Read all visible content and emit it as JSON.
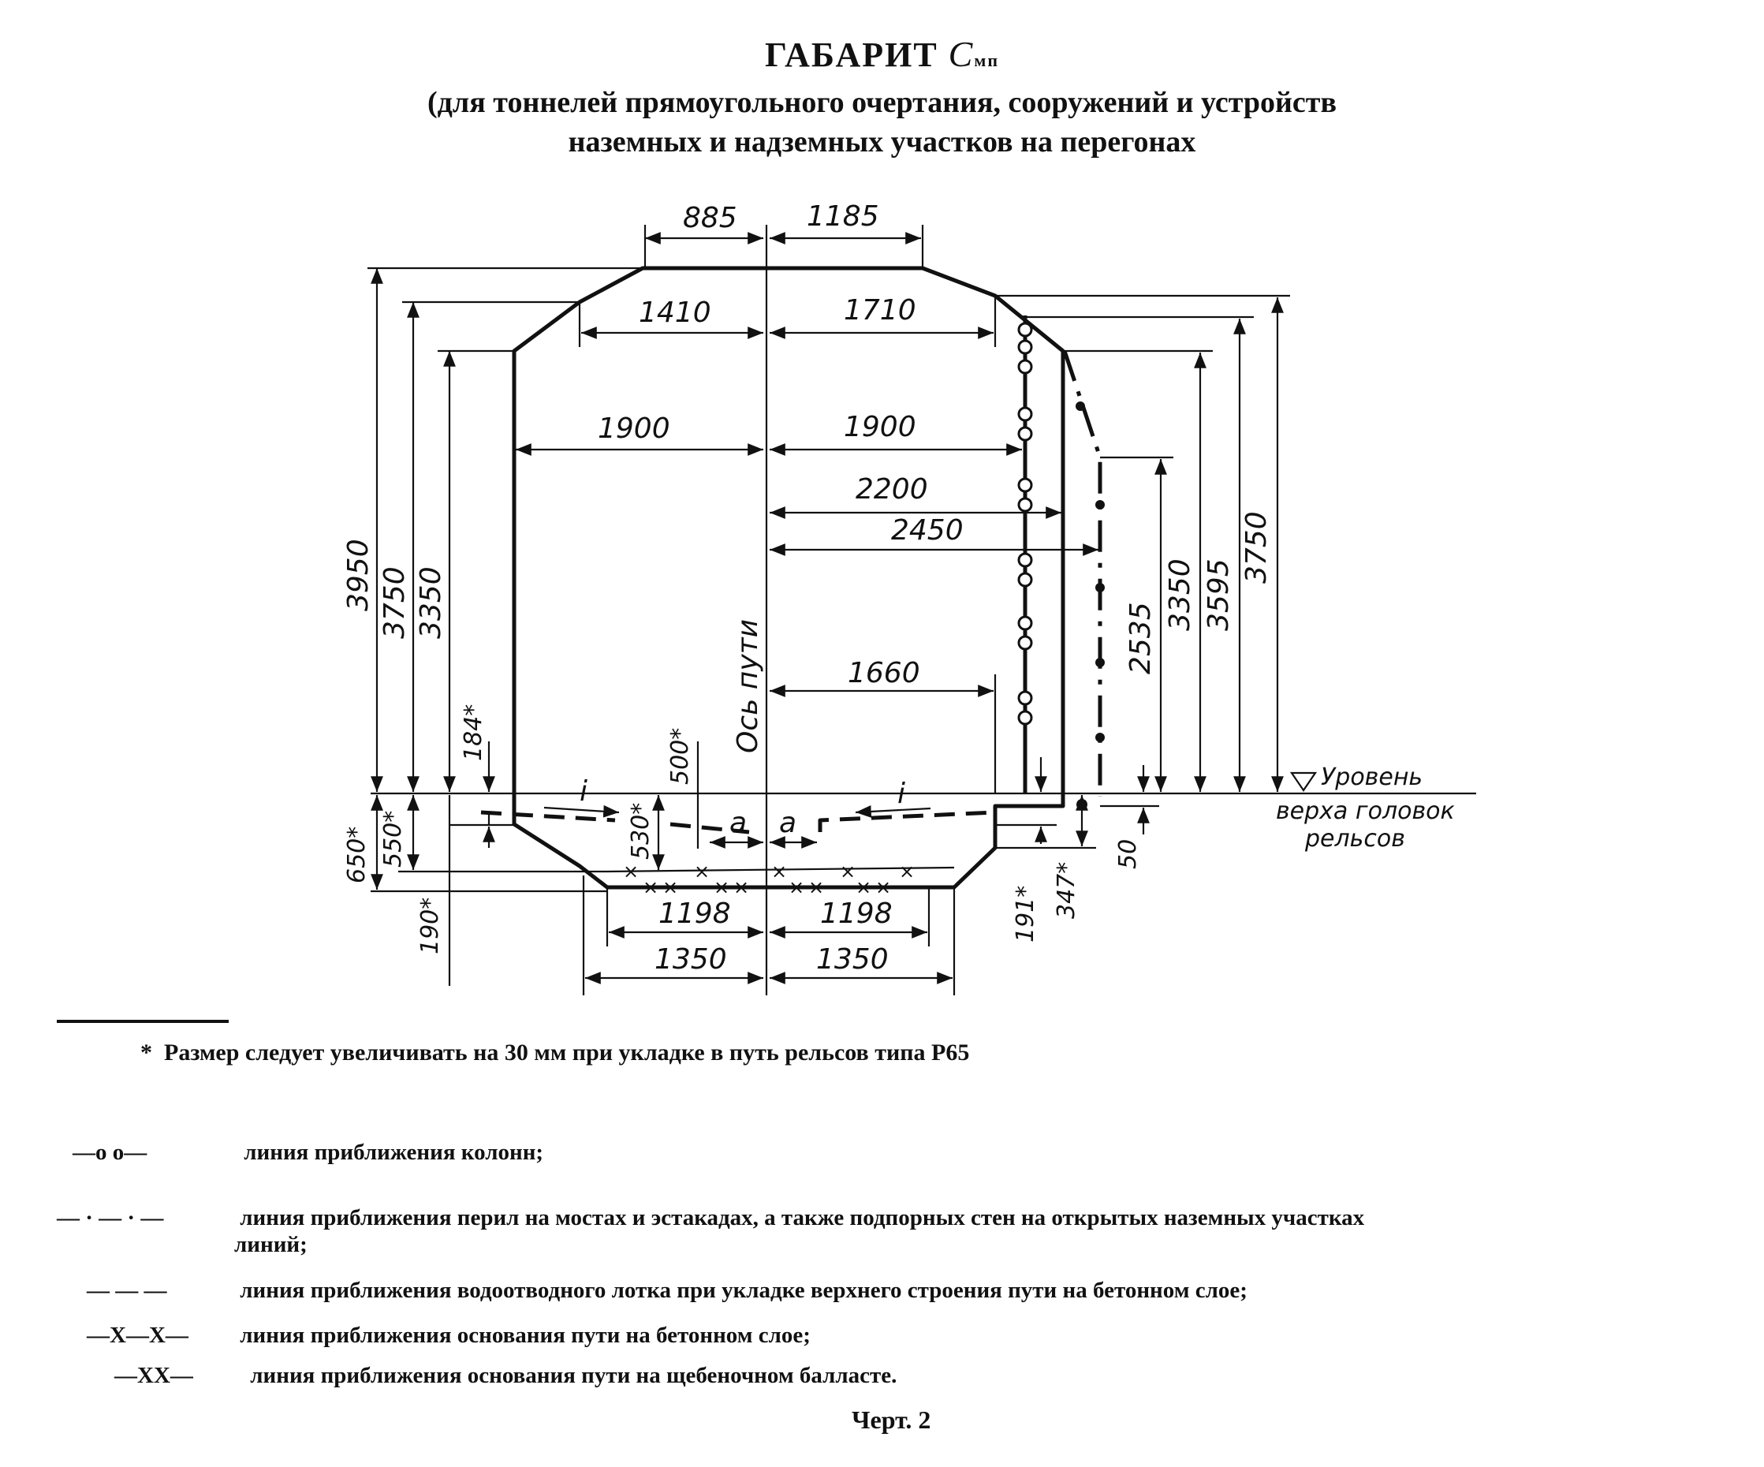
{
  "title": {
    "main": "ГАБАРИТ",
    "symbol": "C",
    "symbol_sub": "мп",
    "line2": "(для тоннелей прямоугольного очертания, сооружений и устройств",
    "line3": "наземных и надземных участков на перегонах"
  },
  "diagram": {
    "dims": {
      "top_left": "885",
      "top_right": "1185",
      "w1410": "1410",
      "w1710": "1710",
      "w1900_left": "1900",
      "w1900_right": "1900",
      "w2200": "2200",
      "w2450": "2450",
      "w1660": "1660",
      "h3950": "3950",
      "h3750_left": "3750",
      "h3350_left": "3350",
      "h184": "184*",
      "h500": "500*",
      "h530": "530*",
      "h650": "650*",
      "h550": "550*",
      "h190": "190*",
      "h2535": "2535",
      "h3350_right": "3350",
      "h3595": "3595",
      "h3750_right": "3750",
      "h191": "191*",
      "h347": "347*",
      "h50": "50",
      "b1198_left": "1198",
      "b1198_right": "1198",
      "b1350_left": "1350",
      "b1350_right": "1350",
      "slope_left": "i",
      "slope_right": "i",
      "a_left": "a",
      "a_right": "a"
    },
    "axis_label": "Ось пути",
    "rail_level": [
      "Уровень",
      "верха головок",
      "рельсов"
    ]
  },
  "footnote": "Размер следует увеличивать на 30 мм при укладке  в путь рельсов типа Р65",
  "legend": [
    {
      "symbol": "—o o—",
      "text": "линия приближения колонн;"
    },
    {
      "symbol": "— · — · —",
      "text": "линия приближения перил на мостах и эстакадах, а также  подпорных  стен  на открытых наземных участках",
      "text2": "линий;"
    },
    {
      "symbol": "— — —",
      "text": "линия приближения водоотводного лотка при укладке  верхнего  строения  пути на бетонном слое;"
    },
    {
      "symbol": "—X—X—",
      "text": "линия приближения основания пути на бетонном слое;"
    },
    {
      "symbol": "—XX—",
      "text": "линия приближения основания пути на щебеночном балласте."
    }
  ],
  "caption": "Черт. 2"
}
